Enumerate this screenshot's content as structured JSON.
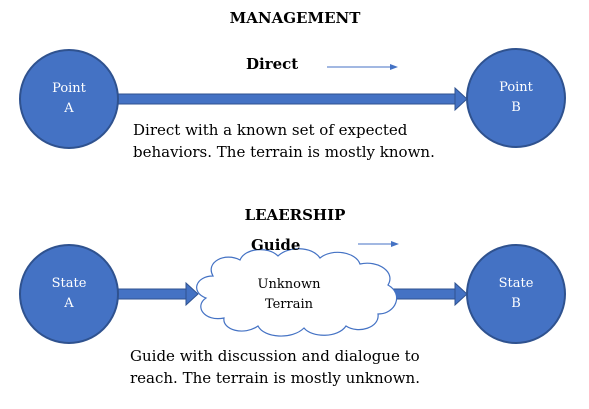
{
  "management": {
    "title": "MANAGEMENT",
    "subtitle": "Direct",
    "start_node": {
      "line1": "Point",
      "line2": "A"
    },
    "end_node": {
      "line1": "Point",
      "line2": "B"
    },
    "description_line1": "Direct with a known set of expected",
    "description_line2": "behaviors. The terrain is mostly known."
  },
  "leadership": {
    "title": "LEAERSHIP",
    "subtitle": "Guide",
    "start_node": {
      "line1": "State",
      "line2": "A"
    },
    "end_node": {
      "line1": "State",
      "line2": "B"
    },
    "cloud": {
      "line1": "Unknown",
      "line2": "Terrain"
    },
    "description_line1": "Guide with discussion and dialogue to",
    "description_line2": "reach. The terrain is mostly unknown."
  },
  "colors": {
    "node_fill": "#4472c4",
    "node_border": "#2f528f",
    "arrow_fill": "#4472c4",
    "cloud_fill": "#ffffff",
    "cloud_border": "#4472c4"
  },
  "icons": {
    "direction_arrow": "thin-right-arrow-icon",
    "path_arrow": "block-right-arrow-icon",
    "cloud": "cloud-shape"
  }
}
